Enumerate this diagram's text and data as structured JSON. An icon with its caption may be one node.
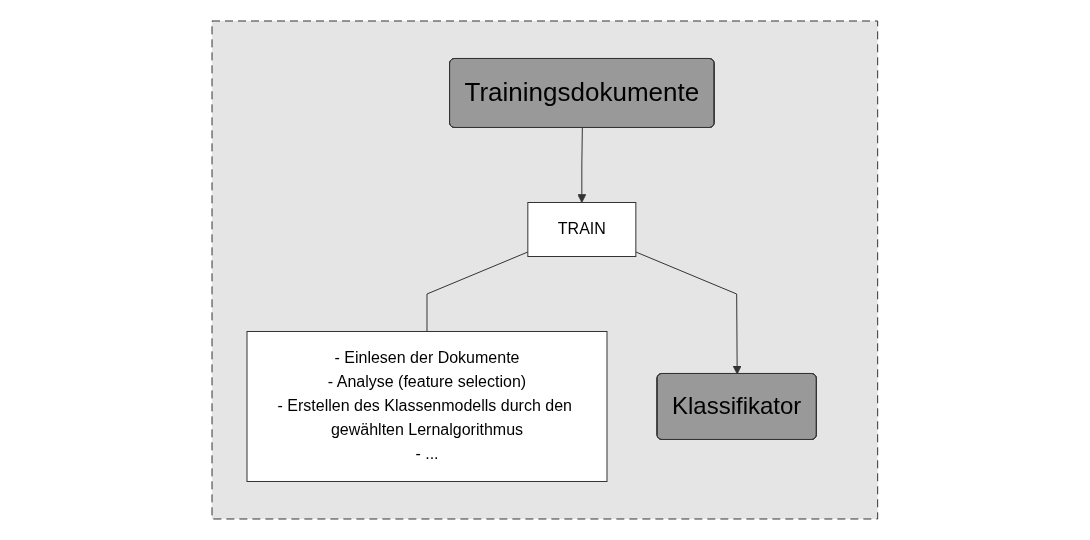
{
  "diagram": {
    "nodes": [
      {
        "text": [],
        "shape": "box"
      },
      {
        "text": [
          "Trainingsdokumente"
        ],
        "in": 0
      },
      {
        "text": [
          "TRAIN"
        ],
        "in": 0
      },
      {
        "text": [
          "- Einlesen der Dokumente",
          "- Analyse (feature selection)",
          "- Erstellen des Klassenmodells durch den gewählten Lernalgorithmus",
          "- ..."
        ],
        "in": 0
      },
      {
        "text": [
          "Klassifikator"
        ],
        "in": 0
      }
    ],
    "edges": [
      {
        "from": 1,
        "to": 2,
        "arrow": "to"
      },
      {
        "from": 2,
        "to": 3,
        "arrow": "none"
      },
      {
        "from": 2,
        "to": 4,
        "arrow": "to"
      }
    ]
  }
}
